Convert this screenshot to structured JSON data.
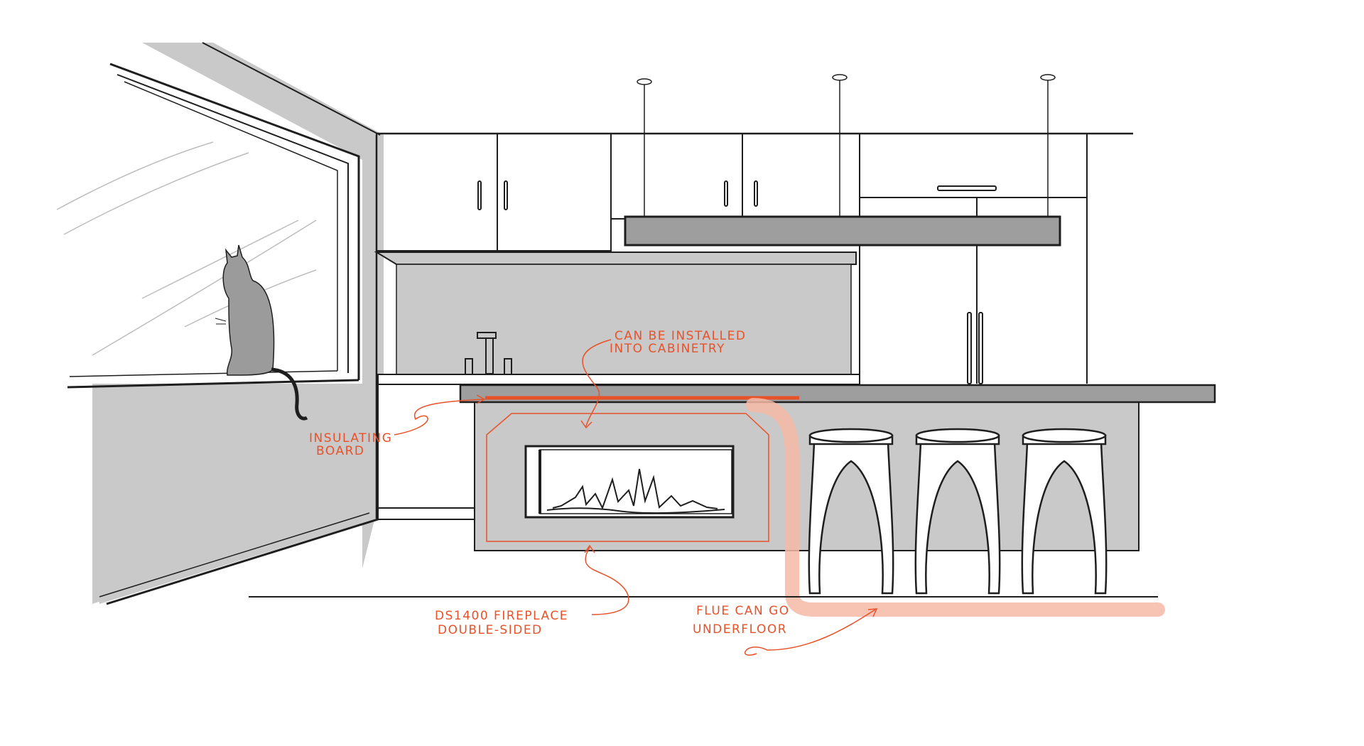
{
  "annotations": {
    "cabinetry": {
      "line1": "CAN BE INSTALLED",
      "line2": "INTO CABINETRY"
    },
    "insulating": {
      "line1": "INSULATING",
      "line2": "BOARD"
    },
    "fireplace": {
      "line1": "DS1400 FIREPLACE",
      "line2": "DOUBLE-SIDED"
    },
    "flue": {
      "line1": "FLUE CAN GO",
      "line2": "UNDERFLOOR"
    }
  },
  "colors": {
    "annotation": "#e8522a",
    "flue_route": "#f6b8a6",
    "wall_grey": "#c9c9c9",
    "ink": "#1e1e1e"
  },
  "stool_count": 3,
  "icons": [
    "cat-silhouette",
    "tap-icon",
    "flame-icon"
  ]
}
